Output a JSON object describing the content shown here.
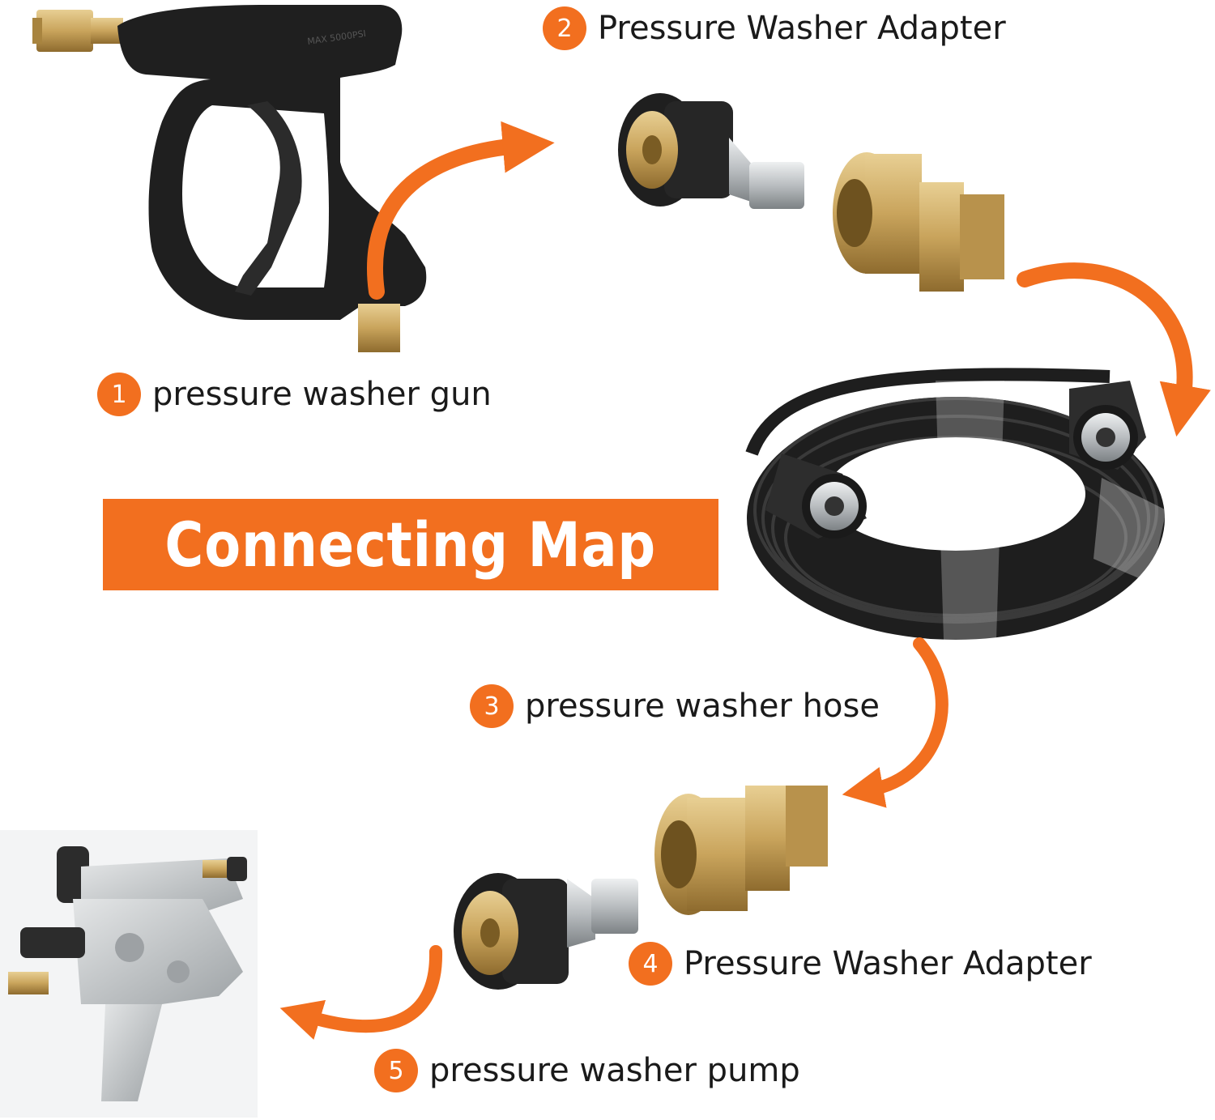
{
  "title": "Connecting Map",
  "colors": {
    "accent": "#f26f1f",
    "rubber": "#1c1c1c",
    "brass": "#c9a45c",
    "steel": "#bfc3c6"
  },
  "steps": [
    {
      "number": "1",
      "label": "pressure washer gun",
      "icon": "spray-gun-icon"
    },
    {
      "number": "2",
      "label": "Pressure Washer Adapter",
      "icon": "adapter-icon"
    },
    {
      "number": "3",
      "label": "pressure washer hose",
      "icon": "hose-coil-icon"
    },
    {
      "number": "4",
      "label": "Pressure Washer Adapter",
      "icon": "adapter-icon"
    },
    {
      "number": "5",
      "label": "pressure washer pump",
      "icon": "pump-icon"
    }
  ]
}
